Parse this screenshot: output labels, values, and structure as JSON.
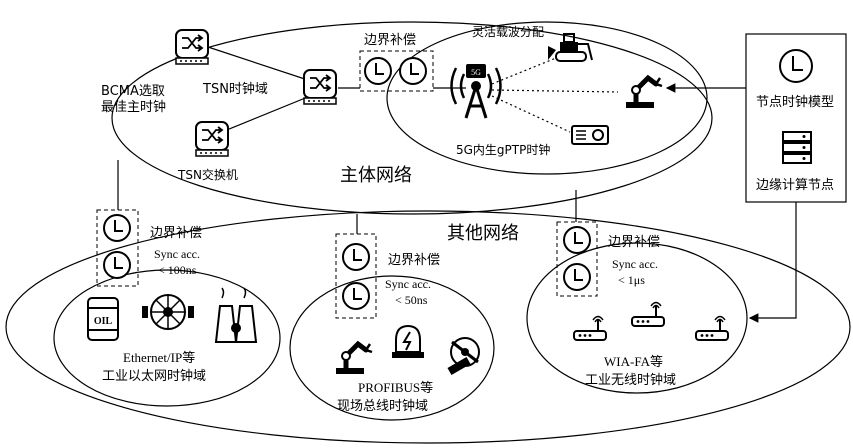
{
  "main_network": {
    "title": "主体网络",
    "bcma_line1": "BCMA选取",
    "bcma_line2": "最佳主时钟",
    "tsn_domain": "TSN时钟域",
    "tsn_switch": "TSN交换机",
    "boundary_label": "边界补偿",
    "carrier_label": "灵活载波分配",
    "gptp_label": "5G内生gPTP时钟",
    "antenna_label": "5G"
  },
  "legend": {
    "clock_model": "节点时钟模型",
    "edge_node": "边缘计算节点"
  },
  "other_network": {
    "title": "其他网络",
    "ethernet": {
      "boundary_label": "边界补偿",
      "sync_line1": "Sync acc.",
      "sync_line2": "< 100ns",
      "name_line1": "Ethernet/IP等",
      "name_line2": "工业以太网时钟域",
      "oil_text": "OIL"
    },
    "profibus": {
      "boundary_label": "边界补偿",
      "sync_line1": "Sync acc.",
      "sync_line2": "< 50ns",
      "name_line1": "PROFIBUS等",
      "name_line2": "现场总线时钟域"
    },
    "wia": {
      "boundary_label": "边界补偿",
      "sync_line1": "Sync acc.",
      "sync_line2": "< 1μs",
      "name_line1": "WIA-FA等",
      "name_line2": "工业无线时钟域"
    }
  }
}
